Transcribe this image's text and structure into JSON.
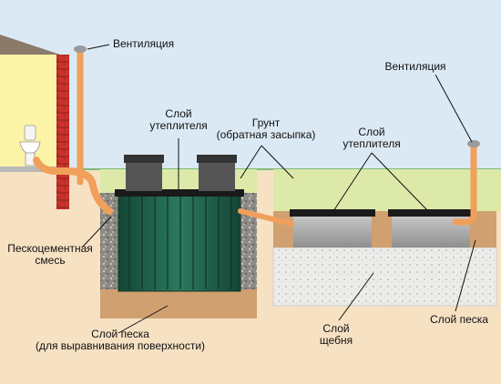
{
  "labels": {
    "ventilation_left": "Вентиляция",
    "insulation_left": [
      "Слой",
      "утеплителя"
    ],
    "soil": [
      "Грунт",
      "(обратная засыпка)"
    ],
    "insulation_right": [
      "Слой",
      "утеплителя"
    ],
    "ventilation_right": "Вентиляция",
    "sand_cement": [
      "Пескоцементная",
      "смесь"
    ],
    "sand_layer_left": [
      "Слой песка",
      "(для выравнивания поверхности)"
    ],
    "gravel_layer": [
      "Слой",
      "щебня"
    ],
    "sand_layer_right": "Слой песка"
  },
  "colors": {
    "sky": "#dbe9f4",
    "ground": "#f6e1c3",
    "grass_line": "#7fb87a",
    "backfill": "#dde9a9",
    "house_wall": "#fbf3a6",
    "brick": "#c9322b",
    "pipe": "#f0a05a",
    "tank": "#1f5f4a",
    "sand": "#d0a070",
    "gravel": "#e6e6e0",
    "concrete": "#a7a7a7",
    "insulation": "#1a1a1a"
  }
}
